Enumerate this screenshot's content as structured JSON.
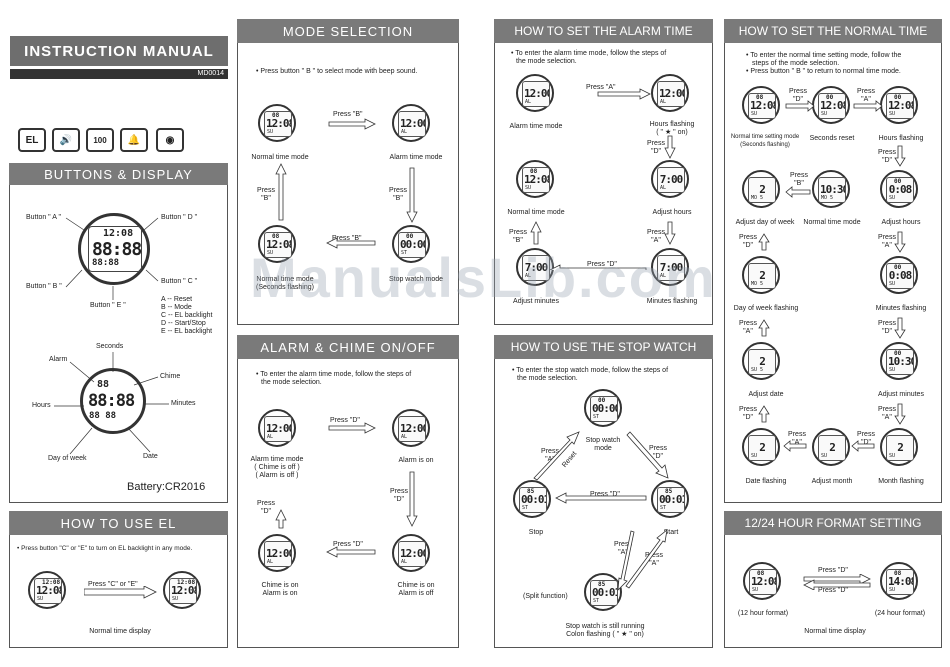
{
  "manual": {
    "title": "INSTRUCTION MANUAL",
    "code": "MD0014"
  },
  "icons": [
    "EL",
    "100"
  ],
  "sections": {
    "buttons_display": "BUTTONS & DISPLAY",
    "how_to_use_el": "HOW TO USE EL",
    "mode_selection": "MODE SELECTION",
    "alarm_chime": "ALARM & CHIME ON/OFF",
    "set_alarm": "HOW TO SET THE ALARM TIME",
    "stop_watch": "HOW TO USE THE STOP WATCH",
    "set_normal": "HOW TO SET THE NORMAL TIME",
    "hour_format": "12/24 HOUR FORMAT SETTING"
  },
  "buttons": {
    "a": "Button \" A \"",
    "b": "Button \" B \"",
    "c": "Button \" C \"",
    "d": "Button \" D \"",
    "e": "Button \" E \"",
    "legend": [
      "A -- Reset",
      "B -- Mode",
      "C -- EL backlight",
      "D -- Start/Stop",
      "E -- EL backlight"
    ]
  },
  "display_labels": {
    "seconds": "Seconds",
    "alarm": "Alarm",
    "chime": "Chime",
    "hours": "Hours",
    "minutes": "Minutes",
    "day_of_week": "Day of week",
    "date": "Date"
  },
  "battery": "Battery:CR2016",
  "el": {
    "instruction": "• Press button \"C\" or \"E\" to turn on EL backlight in any mode.",
    "press": "Press \"C\" or \"E\"",
    "caption": "Normal time display"
  },
  "mode": {
    "instruction": "• Press button \" B \" to select mode with beep sound.",
    "press_b": "Press \"B\"",
    "press_b_short": "Press",
    "b_quote": "\"B\"",
    "normal": "Normal time mode",
    "alarm": "Alarm time mode",
    "stop": "Stop watch mode",
    "normal2": "Normal time mode",
    "normal2b": "(Seconds flashing)"
  },
  "chime": {
    "instruction1": "• To enter the alarm time mode, follow the steps of",
    "instruction2": "the mode selection.",
    "press_d": "Press \"D\"",
    "press": "Press",
    "d_quote": "\"D\"",
    "alarm_mode": "Alarm time mode",
    "chime_off": "( Chime is off )",
    "alarm_off": "( Alarm is off )",
    "alarm_on": "Alarm is on",
    "chime_on_a": "Chime is on",
    "alarm_on_a": "Alarm is on",
    "chime_on_b": "Chime is on",
    "alarm_off_b": "Alarm is off"
  },
  "alarm_set": {
    "instruction1": "• To enter the alarm time mode, follow the steps of",
    "instruction2": "the mode selection.",
    "press_a": "Press \"A\"",
    "press": "Press",
    "d_quote": "\"D\"",
    "a_quote": "\"A\"",
    "b_quote": "\"B\"",
    "press_d": "Press \"D\"",
    "alarm_mode": "Alarm time mode",
    "hours_flashing": "Hours flashing",
    "hours_flashing2": "( \" ★ \" on)",
    "normal_mode": "Normal time mode",
    "adjust_hours": "Adjust hours",
    "adjust_minutes": "Adjust minutes",
    "minutes_flashing": "Minutes flashing"
  },
  "stop": {
    "instruction1": "• To enter the stop watch mode, follow the steps of",
    "instruction2": "the mode selection.",
    "stop_mode": "Stop watch",
    "stop_mode2": "mode",
    "press": "Press",
    "d_quote": "\"D\"",
    "a_quote": "\"A\"",
    "reset": "Reset",
    "press_d": "Press \"D\"",
    "stop": "Stop",
    "start": "Start",
    "split": "(Split function)",
    "running": "Stop watch is still running",
    "colon": "Colon flashing ( \" ★ \" on)"
  },
  "normal_set": {
    "instruction1": "• To enter the normal time setting mode, follow the",
    "instruction2": "steps of the mode selection.",
    "instruction3": "• Press button \" B \" to return to normal time mode.",
    "press": "Press",
    "d_quote": "\"D\"",
    "a_quote": "\"A\"",
    "b_quote": "\"B\"",
    "setting_mode": "Normal time setting mode",
    "setting_mode2": "(Seconds flashing)",
    "seconds_reset": "Seconds reset",
    "hours_flashing": "Hours flashing",
    "adjust_dow": "Adjust day of week",
    "normal_mode": "Normal time mode",
    "adjust_hours": "Adjust hours",
    "dow_flashing": "Day of week flashing",
    "minutes_flashing": "Minutes flashing",
    "adjust_date": "Adjust date",
    "adjust_minutes": "Adjust minutes",
    "date_flashing": "Date flashing",
    "adjust_month": "Adjust month",
    "month_flashing": "Month flashing"
  },
  "format": {
    "press_d": "Press \"D\"",
    "h12": "(12 hour format)",
    "h24": "(24 hour format)",
    "caption": "Normal time display"
  },
  "watch_digits": {
    "t1200": "12:00",
    "t1208": "12:08",
    "t0000": "00:00",
    "t0001": "00:01",
    "t1030": "10:30",
    "t1408": "14:08",
    "t2": "2",
    "t700": "7:00",
    "t008": "0:08"
  },
  "watermark": "ManualsLib.com"
}
